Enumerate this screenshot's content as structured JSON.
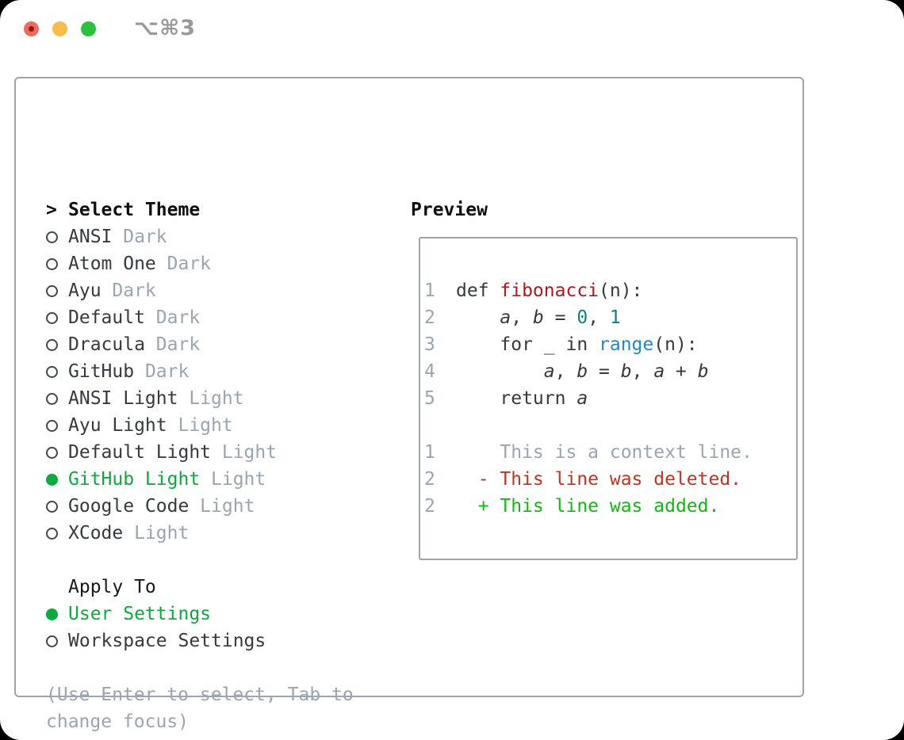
{
  "window": {
    "title": "⌥⌘3"
  },
  "palette": {
    "fg": "#343a40",
    "heading": "#0b0e12",
    "muted": "#9aa5b2",
    "green": "#0ea83e",
    "add": "#14b814",
    "del": "#bf3423",
    "func": "#a61d1d",
    "num": "#0e7f85",
    "builtin": "#2187c5",
    "border": "#9ca5b0",
    "titlebar_text": "#96989c",
    "traffic_red": "#ee6a5e",
    "traffic_red_dot": "#8e1a12",
    "traffic_yellow": "#f6bd4e",
    "traffic_green": "#2cc03e"
  },
  "theme_list": {
    "header": {
      "prefix": ">",
      "label": "Select Theme"
    },
    "items": [
      {
        "name": "ANSI",
        "variant": "Dark",
        "selected": false
      },
      {
        "name": "Atom One",
        "variant": "Dark",
        "selected": false
      },
      {
        "name": "Ayu",
        "variant": "Dark",
        "selected": false
      },
      {
        "name": "Default",
        "variant": "Dark",
        "selected": false
      },
      {
        "name": "Dracula",
        "variant": "Dark",
        "selected": false
      },
      {
        "name": "GitHub",
        "variant": "Dark",
        "selected": false
      },
      {
        "name": "ANSI Light",
        "variant": "Light",
        "selected": false
      },
      {
        "name": "Ayu Light",
        "variant": "Light",
        "selected": false
      },
      {
        "name": "Default Light",
        "variant": "Light",
        "selected": false
      },
      {
        "name": "GitHub Light",
        "variant": "Light",
        "selected": true
      },
      {
        "name": "Google Code",
        "variant": "Light",
        "selected": false
      },
      {
        "name": "XCode",
        "variant": "Light",
        "selected": false
      }
    ]
  },
  "apply_to": {
    "label": "Apply To",
    "options": [
      {
        "name": "User Settings",
        "selected": true
      },
      {
        "name": "Workspace Settings",
        "selected": false
      }
    ]
  },
  "help": [
    "(Use Enter to select, Tab to",
    "change focus)"
  ],
  "preview": {
    "label": "Preview",
    "lines": [
      {
        "n": "1",
        "tokens": [
          {
            "t": "def ",
            "c": "fg"
          },
          {
            "t": "fibonacci",
            "c": "func"
          },
          {
            "t": "(n):",
            "c": "fg"
          }
        ]
      },
      {
        "n": "2",
        "tokens": [
          {
            "t": "    ",
            "c": "fg"
          },
          {
            "t": "a",
            "c": "fg",
            "i": true
          },
          {
            "t": ", ",
            "c": "fg"
          },
          {
            "t": "b",
            "c": "fg",
            "i": true
          },
          {
            "t": " = ",
            "c": "fg"
          },
          {
            "t": "0",
            "c": "num"
          },
          {
            "t": ", ",
            "c": "fg"
          },
          {
            "t": "1",
            "c": "num"
          }
        ]
      },
      {
        "n": "3",
        "tokens": [
          {
            "t": "    for _ in ",
            "c": "fg"
          },
          {
            "t": "range",
            "c": "builtin"
          },
          {
            "t": "(n):",
            "c": "fg"
          }
        ]
      },
      {
        "n": "4",
        "tokens": [
          {
            "t": "        ",
            "c": "fg"
          },
          {
            "t": "a",
            "c": "fg",
            "i": true
          },
          {
            "t": ", ",
            "c": "fg"
          },
          {
            "t": "b",
            "c": "fg",
            "i": true
          },
          {
            "t": " = ",
            "c": "fg"
          },
          {
            "t": "b",
            "c": "fg",
            "i": true
          },
          {
            "t": ", ",
            "c": "fg"
          },
          {
            "t": "a",
            "c": "fg",
            "i": true
          },
          {
            "t": " + ",
            "c": "fg"
          },
          {
            "t": "b",
            "c": "fg",
            "i": true
          }
        ]
      },
      {
        "n": "5",
        "tokens": [
          {
            "t": "    return ",
            "c": "fg"
          },
          {
            "t": "a",
            "c": "fg",
            "i": true
          }
        ]
      },
      {
        "n": "",
        "tokens": []
      },
      {
        "n": "1",
        "tokens": [
          {
            "t": "    This is a context line.",
            "c": "muted"
          }
        ]
      },
      {
        "n": "2",
        "tokens": [
          {
            "t": "  - This line was deleted.",
            "c": "del"
          }
        ]
      },
      {
        "n": "2",
        "tokens": [
          {
            "t": "  + This line was added.",
            "c": "add"
          }
        ]
      }
    ]
  }
}
